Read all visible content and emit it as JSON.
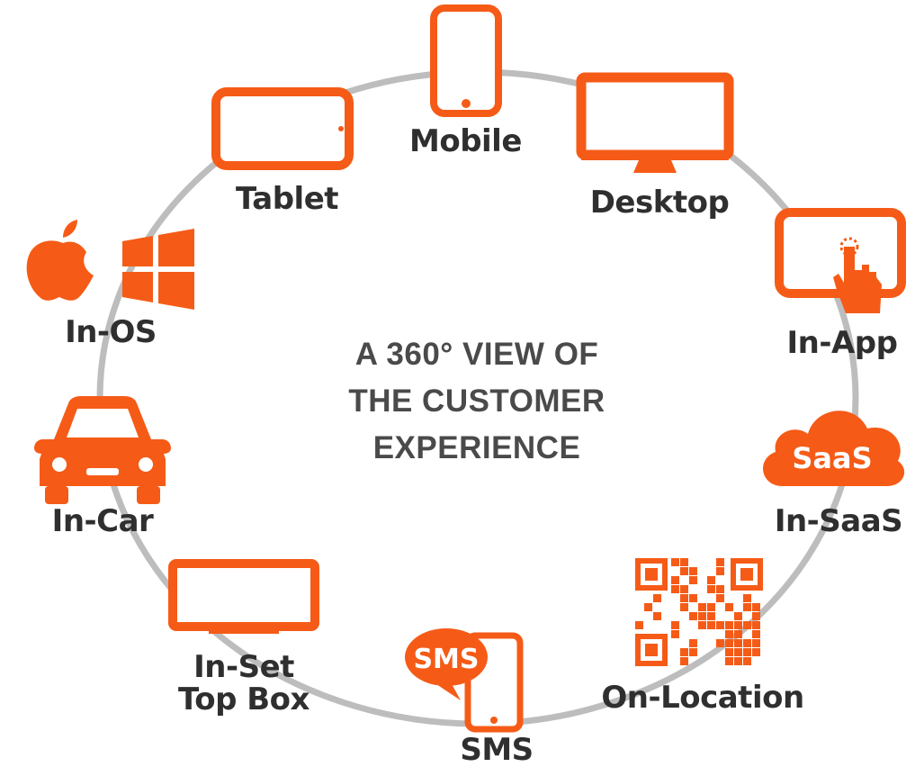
{
  "center": {
    "line1": "A 360° VIEW OF",
    "line2": "THE CUSTOMER",
    "line3": "EXPERIENCE"
  },
  "channels": {
    "mobile": "Mobile",
    "desktop": "Desktop",
    "in_app": "In-App",
    "in_saas": "In-SaaS",
    "saas_badge": "SaaS",
    "on_location": "On-Location",
    "sms": "SMS",
    "sms_bubble": "SMS",
    "in_set_top_box_line1": "In-Set",
    "in_set_top_box_line2": "Top Box",
    "in_car": "In-Car",
    "in_os": "In-OS",
    "tablet": "Tablet"
  },
  "colors": {
    "accent": "#f55b17",
    "ring": "#bdbdbd",
    "label": "#2f2f2f",
    "center_text": "#4a4a4a"
  },
  "icons": {
    "mobile": "smartphone-icon",
    "desktop": "monitor-icon",
    "in_app": "tablet-touch-icon",
    "in_saas": "cloud-icon",
    "on_location": "qr-code-icon",
    "sms": "sms-phone-icon",
    "in_set_top_box": "tv-icon",
    "in_car": "car-icon",
    "in_os": "apple-windows-icon",
    "tablet": "tablet-icon"
  }
}
